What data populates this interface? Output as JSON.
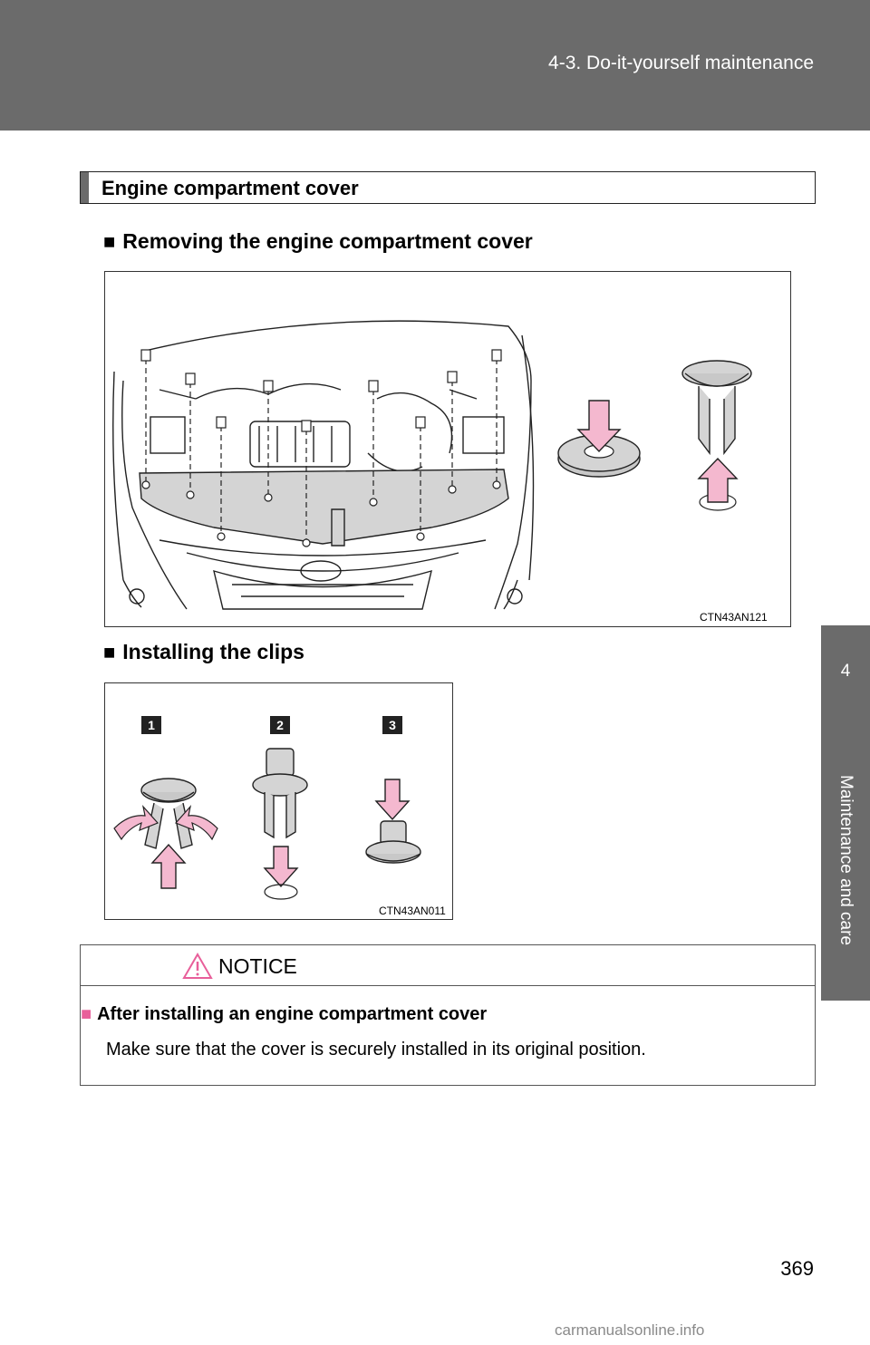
{
  "header": {
    "section": "4-3. Do-it-yourself maintenance"
  },
  "side_tab": {
    "number": "4",
    "label": "Maintenance and care"
  },
  "section": {
    "title": "Engine compartment cover"
  },
  "removing": {
    "heading_marker": "■",
    "heading": "Removing the engine compartment cover",
    "figure_code": "CTN43AN121"
  },
  "installing": {
    "heading_marker": "■",
    "heading": "Installing the clips",
    "figure_code": "CTN43AN011",
    "steps": [
      "1",
      "2",
      "3"
    ]
  },
  "notice": {
    "title": "NOTICE",
    "subheading_marker": "■",
    "subheading": "After installing an engine compartment cover",
    "body": "Make sure that the cover is securely installed in its original position."
  },
  "page_number": "369",
  "watermark": "carmanualsonline.info",
  "colors": {
    "band": "#6b6b6b",
    "arrow_pink": "#f4b8cf",
    "notice_marker": "#e85f9a",
    "warning_triangle": "#e85f9a"
  },
  "icons": {
    "warning": "warning-triangle-icon",
    "step_badge": "number-badge-icon"
  }
}
